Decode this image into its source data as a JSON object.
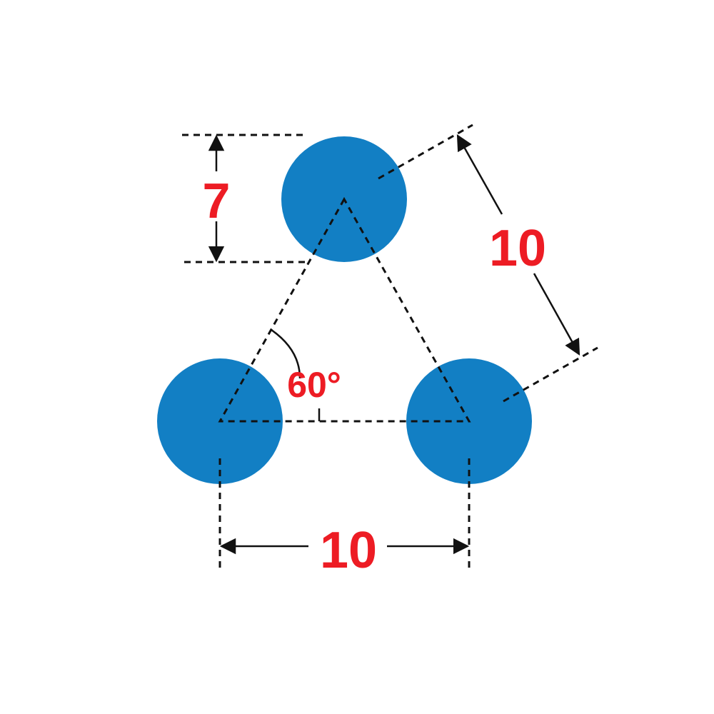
{
  "colors": {
    "circle": "#127FC4",
    "label": "#ED1C24",
    "line": "#111111"
  },
  "labels": {
    "diameter": "7",
    "side_distance": "10",
    "base_distance": "10",
    "angle": "60°"
  }
}
